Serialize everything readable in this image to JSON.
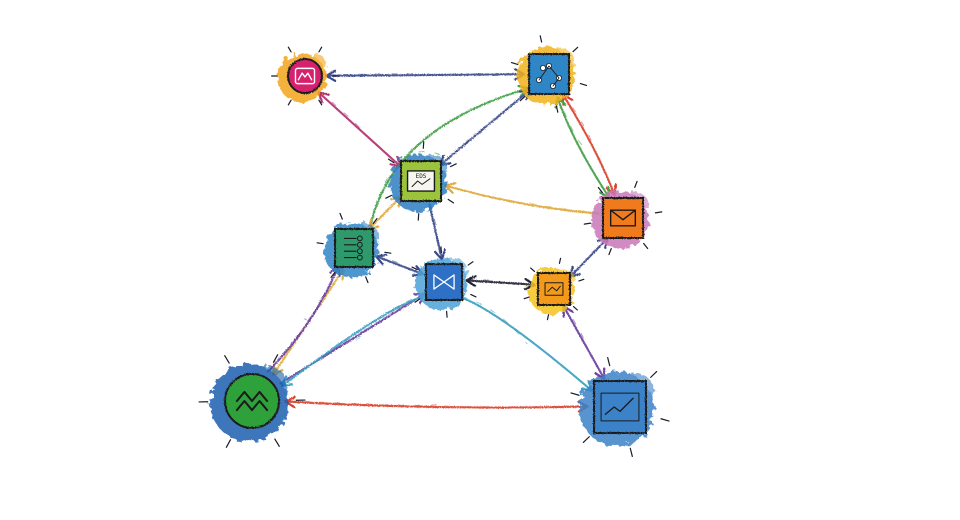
{
  "diagram": {
    "nodes": [
      {
        "id": "magenta-hub",
        "icon": "chart-peak-icon",
        "shape": "circle",
        "fill": "#d6246e",
        "splash": "#f3a51f"
      },
      {
        "id": "top-right-box",
        "icon": "network-nodes-icon",
        "shape": "square",
        "fill": "#2f86c6",
        "splash": "#f2b21e"
      },
      {
        "id": "center-screen",
        "icon": "dashboard-screen-icon",
        "shape": "square",
        "fill": "#9bc33a",
        "splash": "#2e7ec2",
        "label": "EDS"
      },
      {
        "id": "orange-mail",
        "icon": "envelope-icon",
        "shape": "square",
        "fill": "#f07a1c",
        "splash": "#c879b8"
      },
      {
        "id": "left-panel",
        "icon": "sliders-panel-icon",
        "shape": "square",
        "fill": "#2e9a6c",
        "splash": "#2f86c6"
      },
      {
        "id": "center-node",
        "icon": "bowtie-icon",
        "shape": "square",
        "fill": "#2f6fc6",
        "splash": "#4da3d8"
      },
      {
        "id": "small-orange",
        "icon": "mini-chart-icon",
        "shape": "square",
        "fill": "#f39a1f",
        "splash": "#f5c21d"
      },
      {
        "id": "green-circle",
        "icon": "zigzag-arrows-icon",
        "shape": "circle",
        "fill": "#2fa13a",
        "splash": "#1f5fb0"
      },
      {
        "id": "blue-monitor",
        "icon": "trend-line-icon",
        "shape": "square",
        "fill": "#3b82c8",
        "splash": "#3b82c8"
      }
    ],
    "edges": [
      {
        "from": "magenta-hub",
        "to": "top-right-box",
        "color": "#3b4a8a",
        "dir": "both"
      },
      {
        "from": "magenta-hub",
        "to": "center-screen",
        "color": "#b0306e",
        "dir": "both"
      },
      {
        "from": "left-panel",
        "to": "top-right-box",
        "color": "#43a047",
        "dir": "end"
      },
      {
        "from": "center-screen",
        "to": "top-right-box",
        "color": "#3b4a8a",
        "dir": "both"
      },
      {
        "from": "top-right-box",
        "to": "orange-mail",
        "color": "#d9432e",
        "dir": "both"
      },
      {
        "from": "top-right-box",
        "to": "orange-mail",
        "color": "#43a047",
        "dir": "both"
      },
      {
        "from": "orange-mail",
        "to": "center-screen",
        "color": "#e0a93a",
        "dir": "end"
      },
      {
        "from": "center-screen",
        "to": "left-panel",
        "color": "#e0a93a",
        "dir": "both"
      },
      {
        "from": "center-screen",
        "to": "center-node",
        "color": "#3b4a8a",
        "dir": "end"
      },
      {
        "from": "left-panel",
        "to": "center-node",
        "color": "#3b4a8a",
        "dir": "both"
      },
      {
        "from": "center-node",
        "to": "small-orange",
        "color": "#222233",
        "dir": "both"
      },
      {
        "from": "small-orange",
        "to": "orange-mail",
        "color": "#3b4a8a",
        "dir": "both"
      },
      {
        "from": "small-orange",
        "to": "blue-monitor",
        "color": "#6b3fa0",
        "dir": "both"
      },
      {
        "from": "green-circle",
        "to": "left-panel",
        "color": "#e0b040",
        "dir": "both"
      },
      {
        "from": "green-circle",
        "to": "left-panel",
        "color": "#6b3fa0",
        "dir": "end"
      },
      {
        "from": "green-circle",
        "to": "center-node",
        "color": "#6b3fa0",
        "dir": "end"
      },
      {
        "from": "center-node",
        "to": "green-circle",
        "color": "#3aa0c0",
        "dir": "end"
      },
      {
        "from": "center-node",
        "to": "blue-monitor",
        "color": "#3aa0c0",
        "dir": "end"
      },
      {
        "from": "green-circle",
        "to": "blue-monitor",
        "color": "#d9432e",
        "dir": "both"
      }
    ]
  }
}
